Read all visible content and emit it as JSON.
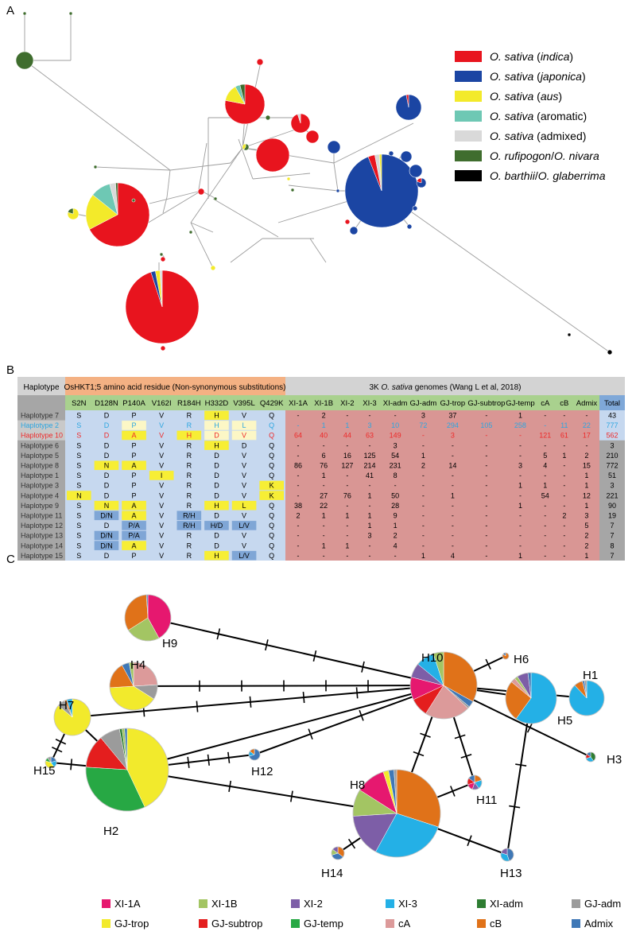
{
  "panel_labels": {
    "a": "A",
    "b": "B",
    "c": "C"
  },
  "colors": {
    "indica": "#e8141e",
    "japonica": "#1b45a3",
    "aus": "#f3ea2a",
    "aromatic": "#6ec8b4",
    "admixed": "#d9d9d9",
    "rufipogon": "#3f6d2e",
    "barthii": "#000000",
    "XI-1A": "#e6186f",
    "XI-1B": "#a3c563",
    "XI-2": "#7d5ea7",
    "XI-3": "#24b0e6",
    "XI-adm": "#2e7d32",
    "GJ-adm": "#9b9b9b",
    "GJ-trop": "#f2ea2c",
    "GJ-subtrop": "#e41e1e",
    "GJ-temp": "#27a844",
    "cA": "#dc9a9a",
    "cB": "#e07219",
    "Admix": "#3f78b6",
    "hdr_grey": "#d3d3d3",
    "hdr_orange": "#f4b183",
    "hdr_green": "#a9d18e",
    "body_blue": "#c6d8ef",
    "body_red": "#d99694",
    "hl_yellow": "#f7ee35",
    "hl_pale": "#fcf7c6",
    "hl_blue": "#7fa6d6",
    "hap_grey": "#a6a6a6",
    "total_blue": "#7fa8d8",
    "total_grey": "#a6a6a6",
    "text_blue": "#2ca6e0",
    "text_red": "#ee2a2a"
  },
  "panelA": {
    "legend": [
      {
        "key": "indica",
        "prefix": "O. sativa",
        "suffix": "indica",
        "paren": true
      },
      {
        "key": "japonica",
        "prefix": "O. sativa",
        "suffix": "japonica",
        "paren": true
      },
      {
        "key": "aus",
        "prefix": "O. sativa",
        "suffix": "aus",
        "paren": true
      },
      {
        "key": "aromatic",
        "prefix": "O. sativa",
        "suffix": "aromatic",
        "paren": true,
        "suffix_upright": true
      },
      {
        "key": "admixed",
        "prefix": "O. sativa",
        "suffix": "admixed",
        "paren": true,
        "suffix_upright": true
      },
      {
        "key": "rufipogon",
        "prefix": "O. rufipogon",
        "sep": "/",
        "suffix": "O. nivara",
        "paren": false
      },
      {
        "key": "barthii",
        "prefix": "O. barthii",
        "sep": "/",
        "suffix": "O. glaberrima",
        "paren": false
      }
    ]
  },
  "panelB": {
    "header": {
      "haplotype": "Haplotype",
      "aa_group": "OsHKT1;5 amino acid residue (Non-synonymous substitutions)",
      "genome_group_pre": "3K ",
      "genome_group_it": "O. sativa",
      "genome_group_post": " genomes (Wang L et al, 2018)"
    },
    "aa_cols": [
      "S2N",
      "D128N",
      "P140A",
      "V162I",
      "R184H",
      "H332D",
      "V395L",
      "Q429K"
    ],
    "genome_cols": [
      "XI-1A",
      "XI-1B",
      "XI-2",
      "XI-3",
      "XI-adm",
      "GJ-adm",
      "GJ-trop",
      "GJ-subtrop",
      "GJ-temp",
      "cA",
      "cB",
      "Admix"
    ],
    "total_label": "Total",
    "rows": [
      {
        "name": "Haplotype 7",
        "aa": [
          "S",
          "D",
          "P",
          "V",
          "R",
          "H",
          "V",
          "Q"
        ],
        "hl": [
          "",
          "",
          "",
          "",
          "",
          "y",
          "",
          ""
        ],
        "g": [
          "-",
          "2",
          "-",
          "-",
          "-",
          "3",
          "37",
          "-",
          "1",
          "-",
          "-",
          "-"
        ],
        "total": "43"
      },
      {
        "name": "Haplotype 2",
        "style": "blue",
        "aa": [
          "S",
          "D",
          "P",
          "V",
          "R",
          "H",
          "L",
          "Q"
        ],
        "hl": [
          "",
          "",
          "p",
          "",
          "",
          "p",
          "p",
          ""
        ],
        "g": [
          "-",
          "1",
          "1",
          "3",
          "10",
          "72",
          "294",
          "105",
          "258",
          "-",
          "11",
          "22"
        ],
        "total": "777"
      },
      {
        "name": "Haplotype 10",
        "style": "red",
        "aa": [
          "S",
          "D",
          "A",
          "V",
          "H",
          "D",
          "V",
          "Q"
        ],
        "hl": [
          "",
          "",
          "y",
          "",
          "y",
          "p",
          "p",
          ""
        ],
        "g": [
          "64",
          "40",
          "44",
          "63",
          "149",
          "-",
          "3",
          "-",
          "-",
          "121",
          "61",
          "17"
        ],
        "total": "562"
      },
      {
        "name": "Haplotype 6",
        "aa": [
          "S",
          "D",
          "P",
          "V",
          "R",
          "H",
          "D",
          "Q"
        ],
        "hl": [
          "",
          "",
          "",
          "",
          "",
          "y",
          "",
          ""
        ],
        "g": [
          "-",
          "-",
          "-",
          "-",
          "3",
          "-",
          "-",
          "-",
          "-",
          "-",
          "-",
          "-"
        ],
        "total": "3"
      },
      {
        "name": "Haplotype 5",
        "aa": [
          "S",
          "D",
          "P",
          "V",
          "R",
          "D",
          "V",
          "Q"
        ],
        "hl": [
          "",
          "",
          "",
          "",
          "",
          "",
          "",
          ""
        ],
        "g": [
          "-",
          "6",
          "16",
          "125",
          "54",
          "1",
          "-",
          "-",
          "-",
          "5",
          "1",
          "2"
        ],
        "total": "210"
      },
      {
        "name": "Haplotype 8",
        "aa": [
          "S",
          "N",
          "A",
          "V",
          "R",
          "D",
          "V",
          "Q"
        ],
        "hl": [
          "",
          "y",
          "y",
          "",
          "",
          "",
          "",
          ""
        ],
        "g": [
          "86",
          "76",
          "127",
          "214",
          "231",
          "2",
          "14",
          "-",
          "3",
          "4",
          "-",
          "15"
        ],
        "total": "772"
      },
      {
        "name": "Haplotype 1",
        "aa": [
          "S",
          "D",
          "P",
          "I",
          "R",
          "D",
          "V",
          "Q"
        ],
        "hl": [
          "",
          "",
          "",
          "y",
          "",
          "",
          "",
          ""
        ],
        "g": [
          "-",
          "1",
          "-",
          "41",
          "8",
          "-",
          "-",
          "-",
          "-",
          "-",
          "-",
          "1"
        ],
        "total": "51"
      },
      {
        "name": "Haplotype 3",
        "aa": [
          "S",
          "D",
          "P",
          "V",
          "R",
          "D",
          "V",
          "K"
        ],
        "hl": [
          "",
          "",
          "",
          "",
          "",
          "",
          "",
          "y"
        ],
        "g": [
          "-",
          "-",
          "-",
          "-",
          "-",
          "-",
          "-",
          "-",
          "1",
          "1",
          "-",
          "1"
        ],
        "total": "3"
      },
      {
        "name": "Haplotype 4",
        "aa": [
          "N",
          "D",
          "P",
          "V",
          "R",
          "D",
          "V",
          "K"
        ],
        "hl": [
          "y",
          "",
          "",
          "",
          "",
          "",
          "",
          "y"
        ],
        "g": [
          "-",
          "27",
          "76",
          "1",
          "50",
          "-",
          "1",
          "-",
          "-",
          "54",
          "-",
          "12"
        ],
        "total": "221"
      },
      {
        "name": "Haplotype 9",
        "aa": [
          "S",
          "N",
          "A",
          "V",
          "R",
          "H",
          "L",
          "Q"
        ],
        "hl": [
          "",
          "y",
          "y",
          "",
          "",
          "y",
          "y",
          ""
        ],
        "g": [
          "38",
          "22",
          "-",
          "-",
          "28",
          "-",
          "-",
          "-",
          "1",
          "-",
          "-",
          "1"
        ],
        "total": "90"
      },
      {
        "name": "Haplotype 11",
        "aa": [
          "S",
          "D/N",
          "A",
          "V",
          "R/H",
          "D",
          "V",
          "Q"
        ],
        "hl": [
          "",
          "b",
          "y",
          "",
          "b",
          "",
          "",
          ""
        ],
        "g": [
          "2",
          "1",
          "1",
          "1",
          "9",
          "-",
          "-",
          "-",
          "-",
          "-",
          "2",
          "3"
        ],
        "total": "19"
      },
      {
        "name": "Haplotype 12",
        "aa": [
          "S",
          "D",
          "P/A",
          "V",
          "R/H",
          "H/D",
          "L/V",
          "Q"
        ],
        "hl": [
          "",
          "",
          "b",
          "",
          "b",
          "b",
          "b",
          ""
        ],
        "g": [
          "-",
          "-",
          "-",
          "1",
          "1",
          "-",
          "-",
          "-",
          "-",
          "-",
          "-",
          "5"
        ],
        "total": "7"
      },
      {
        "name": "Haplotype 13",
        "aa": [
          "S",
          "D/N",
          "P/A",
          "V",
          "R",
          "D",
          "V",
          "Q"
        ],
        "hl": [
          "",
          "b",
          "b",
          "",
          "",
          "",
          "",
          ""
        ],
        "g": [
          "-",
          "-",
          "-",
          "3",
          "2",
          "-",
          "-",
          "-",
          "-",
          "-",
          "-",
          "2"
        ],
        "total": "7"
      },
      {
        "name": "Haplotype 14",
        "aa": [
          "S",
          "D/N",
          "A",
          "V",
          "R",
          "D",
          "V",
          "Q"
        ],
        "hl": [
          "",
          "b",
          "y",
          "",
          "",
          "",
          "",
          ""
        ],
        "g": [
          "-",
          "1",
          "1",
          "-",
          "4",
          "-",
          "-",
          "-",
          "-",
          "-",
          "-",
          "2"
        ],
        "total": "8"
      },
      {
        "name": "Haplotype 15",
        "aa": [
          "S",
          "D",
          "P",
          "V",
          "R",
          "H",
          "L/V",
          "Q"
        ],
        "hl": [
          "",
          "",
          "",
          "",
          "",
          "y",
          "b",
          ""
        ],
        "g": [
          "-",
          "-",
          "-",
          "-",
          "-",
          "1",
          "4",
          "-",
          "1",
          "-",
          "-",
          "1"
        ],
        "total": "7"
      }
    ]
  },
  "panelC": {
    "nodes": [
      {
        "id": "H1",
        "label": "H1"
      },
      {
        "id": "H2",
        "label": "H2"
      },
      {
        "id": "H3",
        "label": "H3"
      },
      {
        "id": "H4",
        "label": "H4"
      },
      {
        "id": "H5",
        "label": "H5"
      },
      {
        "id": "H6",
        "label": "H6"
      },
      {
        "id": "H7",
        "label": "H7"
      },
      {
        "id": "H8",
        "label": "H8"
      },
      {
        "id": "H9",
        "label": "H9"
      },
      {
        "id": "H10",
        "label": "H10"
      },
      {
        "id": "H11",
        "label": "H11"
      },
      {
        "id": "H12",
        "label": "H12"
      },
      {
        "id": "H13",
        "label": "H13"
      },
      {
        "id": "H14",
        "label": "H14"
      },
      {
        "id": "H15",
        "label": "H15"
      }
    ],
    "legend": [
      "XI-1A",
      "XI-1B",
      "XI-2",
      "XI-3",
      "XI-adm",
      "GJ-adm",
      "GJ-trop",
      "GJ-subtrop",
      "GJ-temp",
      "cA",
      "cB",
      "Admix"
    ]
  }
}
